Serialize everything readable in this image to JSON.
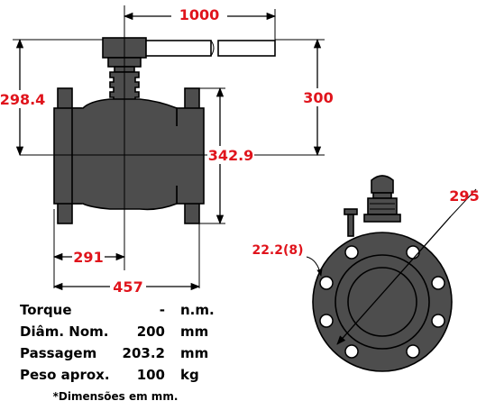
{
  "dimensions": {
    "handle_length": "1000",
    "height_left": "298.4",
    "height_right": "300",
    "centerline_width": "342.9",
    "half_length": "291",
    "face_to_face": "457",
    "flange_diameter": "295",
    "bolt_holes": "22.2(8)"
  },
  "specs": [
    {
      "label": "Torque",
      "value": "-",
      "unit": "n.m."
    },
    {
      "label": "Diâm. Nom.",
      "value": "200",
      "unit": "mm"
    },
    {
      "label": "Passagem",
      "value": "203.2",
      "unit": "mm"
    },
    {
      "label": "Peso aprox.",
      "value": "100",
      "unit": "kg"
    }
  ],
  "note": "*Dimensões em mm.",
  "colors": {
    "dimension_text": "#e0141c",
    "valve_body": "#4d4d4d"
  }
}
